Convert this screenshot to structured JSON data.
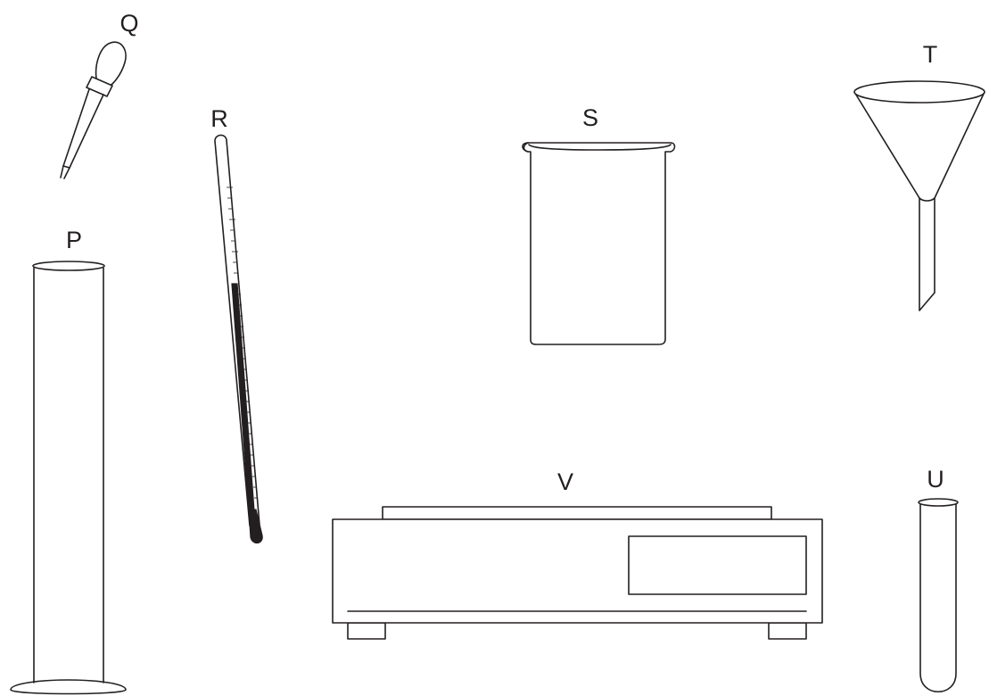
{
  "diagram": {
    "type": "laboratory-apparatus",
    "colors": {
      "line": "#231f20",
      "background": "#ffffff"
    },
    "labels": {
      "P": "P",
      "Q": "Q",
      "R": "R",
      "S": "S",
      "T": "T",
      "U": "U",
      "V": "V"
    },
    "apparatus": [
      {
        "label": "P",
        "item": "measuring-cylinder"
      },
      {
        "label": "Q",
        "item": "dropper-pipette"
      },
      {
        "label": "R",
        "item": "thermometer"
      },
      {
        "label": "S",
        "item": "beaker"
      },
      {
        "label": "T",
        "item": "funnel"
      },
      {
        "label": "U",
        "item": "test-tube"
      },
      {
        "label": "V",
        "item": "electronic-balance"
      }
    ]
  }
}
